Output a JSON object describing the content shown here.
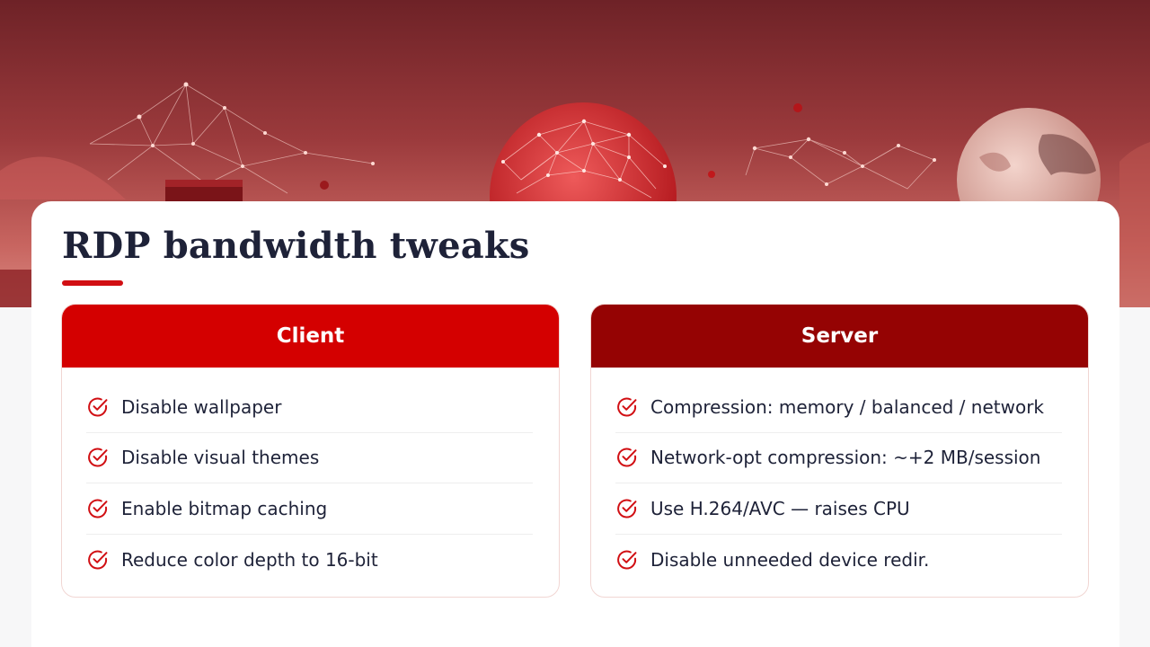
{
  "slide": {
    "title": "RDP bandwidth tweaks"
  },
  "colors": {
    "accent": "#d10f13",
    "client_header": "#d40000",
    "server_header": "#950303",
    "text": "#1e2238"
  },
  "panels": {
    "client": {
      "heading": "Client",
      "icon": "check-circle-icon",
      "items": [
        "Disable wallpaper",
        "Disable visual themes",
        "Enable bitmap caching",
        "Reduce color depth to 16-bit"
      ]
    },
    "server": {
      "heading": "Server",
      "icon": "check-circle-icon",
      "items": [
        "Compression: memory / balanced / network",
        "Network-opt compression: ~+2 MB/session",
        "Use H.264/AVC — raises CPU",
        "Disable unneeded device redir."
      ]
    }
  }
}
